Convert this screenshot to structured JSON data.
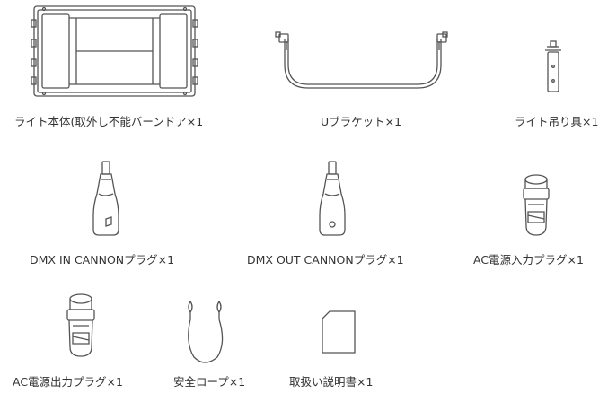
{
  "items": [
    {
      "label": "ライト本体(取外し不能バーンドア×1",
      "icon": "light-panel-icon"
    },
    {
      "label": "Uブラケット×1",
      "icon": "u-bracket-icon"
    },
    {
      "label": "ライト吊り具×1",
      "icon": "light-hanger-icon"
    },
    {
      "label": "DMX IN CANNONプラグ×1",
      "icon": "dmx-in-plug-icon"
    },
    {
      "label": "DMX OUT CANNONプラグ×1",
      "icon": "dmx-out-plug-icon"
    },
    {
      "label": "AC電源入力プラグ×1",
      "icon": "ac-input-plug-icon"
    },
    {
      "label": "AC電源出力プラグ×1",
      "icon": "ac-output-plug-icon"
    },
    {
      "label": "安全ロープ×1",
      "icon": "safety-rope-icon"
    },
    {
      "label": "取扱い説明書×1",
      "icon": "manual-icon"
    }
  ],
  "colors": {
    "line": "#555555",
    "text": "#333333"
  }
}
